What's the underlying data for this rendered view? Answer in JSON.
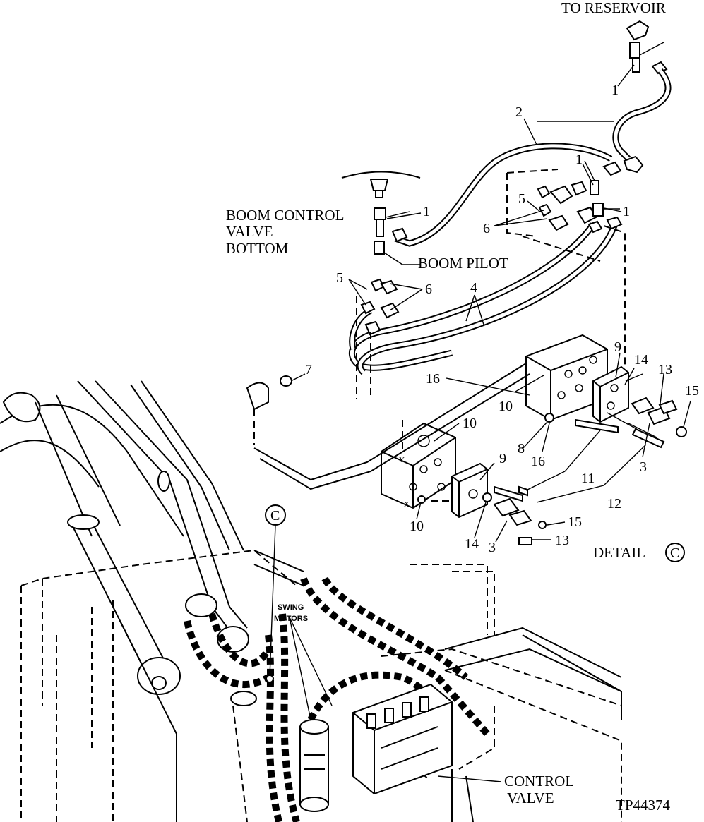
{
  "labels": {
    "to_reservoir": "TO RESERVOIR",
    "boom_control_1": "BOOM CONTROL",
    "boom_control_2": "VALVE",
    "boom_control_3": "BOTTOM",
    "boom_pilot": "BOOM PILOT",
    "detail_c": "DETAIL",
    "detail_c_mark": "C",
    "callout_c": "C",
    "swing_1": "SWING",
    "swing_2": "MOTORS",
    "control_1": "CONTROL",
    "control_2": "VALVE",
    "figure_id": "TP44374"
  },
  "part_numbers": {
    "n1_top": "1",
    "n2": "2",
    "n1_mid": "1",
    "n1_right": "1",
    "n1_left": "1",
    "n5_upper": "5",
    "n6_upper": "6",
    "n5_lower": "5",
    "n6_lower": "6",
    "n4": "4",
    "n7": "7",
    "n16_top": "16",
    "n9_upper": "9",
    "n14_upper": "14",
    "n13_upper": "13",
    "n15_upper": "15",
    "n10_upper": "10",
    "n10_mid": "10",
    "n8": "8",
    "n16_lower": "16",
    "n3_upper": "3",
    "n9_lower": "9",
    "n11": "11",
    "n12": "12",
    "n10_lower": "10",
    "n14_lower": "14",
    "n3_lower": "3",
    "n15_lower": "15",
    "n13_lower": "13"
  },
  "valve_marks": {
    "y": "Y",
    "x": "X"
  }
}
